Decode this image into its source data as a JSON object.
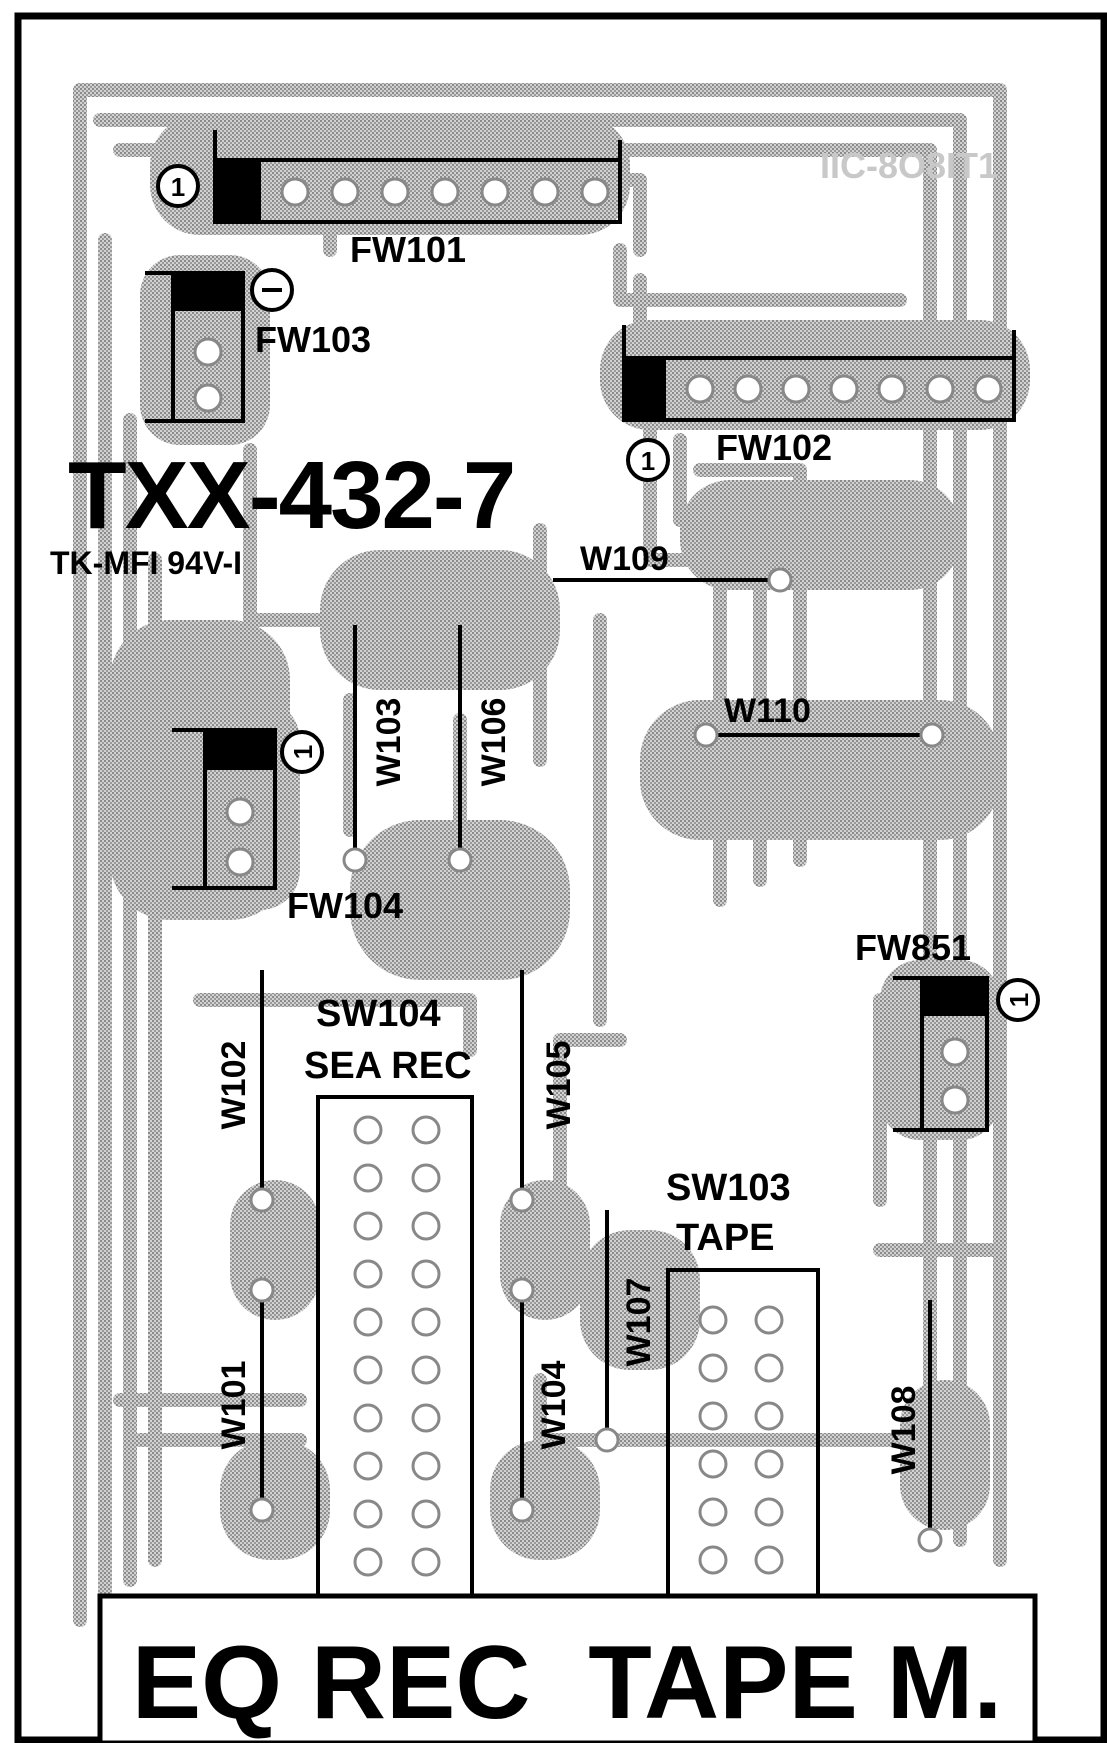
{
  "board": {
    "part_number": "TXX-432-7",
    "material": "TK-MFI 94V-I",
    "faded_mark": "IIC-8O8IT1",
    "bottom_label": "EQ REC  TAPE M."
  },
  "connectors": {
    "fw101": "FW101",
    "fw102": "FW102",
    "fw103": "FW103",
    "fw104": "FW104",
    "fw851": "FW851"
  },
  "switches": {
    "sw104_ref": "SW104",
    "sw104_name": "SEA REC",
    "sw103_ref": "SW103",
    "sw103_name": "TAPE"
  },
  "jumpers": {
    "w101": "W101",
    "w102": "W102",
    "w103": "W103",
    "w104": "W104",
    "w105": "W105",
    "w106": "W106",
    "w107": "W107",
    "w108": "W108",
    "w109": "W109",
    "w110": "W110"
  },
  "pin1_marker": "1",
  "colors": {
    "copper": "#b4b4b4",
    "ink": "#000000",
    "paper": "#ffffff"
  }
}
